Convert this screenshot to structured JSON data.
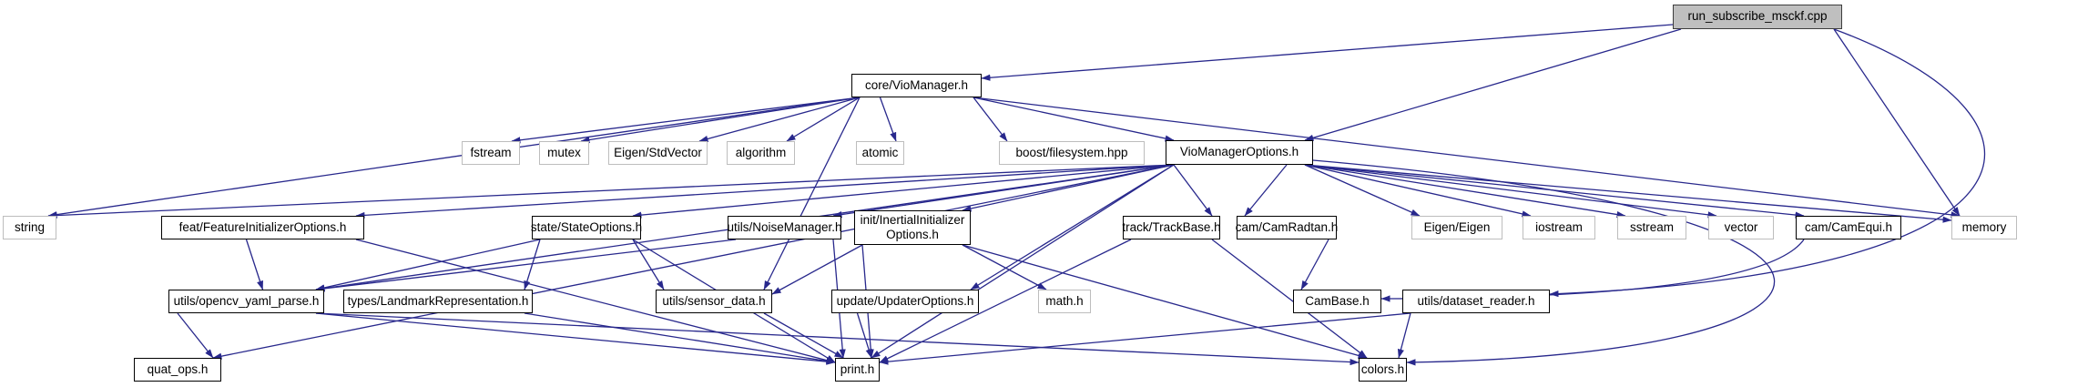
{
  "colors": {
    "edge": "#28288c",
    "background": "#ffffff",
    "main_node_fill": "#bfbfbf",
    "project_node_border": "#000000",
    "system_node_border": "#bdbdbd"
  },
  "graph": {
    "type": "include-dependency-graph",
    "nodes": {
      "main": {
        "label": "run_subscribe_msckf.cpp",
        "kind": "main"
      },
      "viomanager": {
        "label": "core/VioManager.h",
        "kind": "project"
      },
      "fstream": {
        "label": "fstream",
        "kind": "system"
      },
      "mutex": {
        "label": "mutex",
        "kind": "system"
      },
      "eigen_stdvector": {
        "label": "Eigen/StdVector",
        "kind": "system"
      },
      "algorithm": {
        "label": "algorithm",
        "kind": "system"
      },
      "atomic": {
        "label": "atomic",
        "kind": "system"
      },
      "boost_filesystem": {
        "label": "boost/filesystem.hpp",
        "kind": "system"
      },
      "viomanageroptions": {
        "label": "VioManagerOptions.h",
        "kind": "project"
      },
      "string": {
        "label": "string",
        "kind": "system"
      },
      "feat": {
        "label": "feat/FeatureInitializerOptions.h",
        "kind": "project"
      },
      "state": {
        "label": "state/StateOptions.h",
        "kind": "project"
      },
      "noise": {
        "label": "utils/NoiseManager.h",
        "kind": "project"
      },
      "init": {
        "label": "init/InertialInitializer Options.h",
        "kind": "project"
      },
      "track": {
        "label": "track/TrackBase.h",
        "kind": "project"
      },
      "camradtan": {
        "label": "cam/CamRadtan.h",
        "kind": "project"
      },
      "eigen_eigen": {
        "label": "Eigen/Eigen",
        "kind": "system"
      },
      "iostream": {
        "label": "iostream",
        "kind": "system"
      },
      "sstream": {
        "label": "sstream",
        "kind": "system"
      },
      "vector": {
        "label": "vector",
        "kind": "system"
      },
      "camequi": {
        "label": "cam/CamEqui.h",
        "kind": "project"
      },
      "memory": {
        "label": "memory",
        "kind": "system"
      },
      "opencv": {
        "label": "utils/opencv_yaml_parse.h",
        "kind": "project"
      },
      "landmark": {
        "label": "types/LandmarkRepresentation.h",
        "kind": "project"
      },
      "sensor": {
        "label": "utils/sensor_data.h",
        "kind": "project"
      },
      "updater": {
        "label": "update/UpdaterOptions.h",
        "kind": "project"
      },
      "math_h": {
        "label": "math.h",
        "kind": "system"
      },
      "cambase": {
        "label": "CamBase.h",
        "kind": "project"
      },
      "dataset": {
        "label": "utils/dataset_reader.h",
        "kind": "project"
      },
      "quat_ops": {
        "label": "quat_ops.h",
        "kind": "project"
      },
      "print_h": {
        "label": "print.h",
        "kind": "project"
      },
      "colors_h": {
        "label": "colors.h",
        "kind": "project"
      }
    },
    "edges": [
      {
        "f": "main",
        "t": "viomanager",
        "fs": "left",
        "ts": "right"
      },
      {
        "f": "main",
        "t": "viomanageroptions"
      },
      {
        "f": "main",
        "t": "memory"
      },
      {
        "f": "main",
        "t": "dataset",
        "ts": "right",
        "via": [
          [
            2278,
            130
          ],
          [
            2262,
            300
          ]
        ]
      },
      {
        "f": "viomanager",
        "t": "fstream"
      },
      {
        "f": "viomanager",
        "t": "mutex"
      },
      {
        "f": "viomanager",
        "t": "eigen_stdvector"
      },
      {
        "f": "viomanager",
        "t": "algorithm"
      },
      {
        "f": "viomanager",
        "t": "atomic"
      },
      {
        "f": "viomanager",
        "t": "boost_filesystem"
      },
      {
        "f": "viomanager",
        "t": "viomanageroptions"
      },
      {
        "f": "viomanager",
        "t": "string"
      },
      {
        "f": "viomanager",
        "t": "memory"
      },
      {
        "f": "viomanager",
        "t": "sensor"
      },
      {
        "f": "viomanageroptions",
        "t": "string"
      },
      {
        "f": "viomanageroptions",
        "t": "feat"
      },
      {
        "f": "viomanageroptions",
        "t": "state"
      },
      {
        "f": "viomanageroptions",
        "t": "noise"
      },
      {
        "f": "viomanageroptions",
        "t": "init"
      },
      {
        "f": "viomanageroptions",
        "t": "track"
      },
      {
        "f": "viomanageroptions",
        "t": "camradtan"
      },
      {
        "f": "viomanageroptions",
        "t": "eigen_eigen"
      },
      {
        "f": "viomanageroptions",
        "t": "iostream"
      },
      {
        "f": "viomanageroptions",
        "t": "sstream"
      },
      {
        "f": "viomanageroptions",
        "t": "vector"
      },
      {
        "f": "viomanageroptions",
        "t": "camequi"
      },
      {
        "f": "viomanageroptions",
        "t": "memory",
        "ts": "left"
      },
      {
        "f": "viomanageroptions",
        "t": "opencv"
      },
      {
        "f": "viomanageroptions",
        "t": "updater"
      },
      {
        "f": "viomanageroptions",
        "t": "quat_ops"
      },
      {
        "f": "viomanageroptions",
        "t": "print_h"
      },
      {
        "f": "viomanageroptions",
        "t": "colors_h",
        "fs": "right",
        "ts": "right",
        "via": [
          [
            2125,
            235
          ],
          [
            2075,
            390
          ]
        ]
      },
      {
        "f": "feat",
        "t": "opencv"
      },
      {
        "f": "feat",
        "t": "print_h",
        "ts": "left"
      },
      {
        "f": "state",
        "t": "opencv"
      },
      {
        "f": "state",
        "t": "landmark"
      },
      {
        "f": "state",
        "t": "sensor"
      },
      {
        "f": "state",
        "t": "print_h",
        "ts": "left"
      },
      {
        "f": "noise",
        "t": "opencv"
      },
      {
        "f": "noise",
        "t": "print_h"
      },
      {
        "f": "init",
        "t": "sensor",
        "ts": "right"
      },
      {
        "f": "init",
        "t": "math_h"
      },
      {
        "f": "init",
        "t": "print_h"
      },
      {
        "f": "init",
        "t": "colors_h"
      },
      {
        "f": "track",
        "t": "print_h",
        "ts": "right"
      },
      {
        "f": "track",
        "t": "colors_h"
      },
      {
        "f": "camradtan",
        "t": "cambase"
      },
      {
        "f": "camequi",
        "t": "cambase",
        "ts": "right",
        "via": [
          [
            1935,
            328
          ]
        ]
      },
      {
        "f": "opencv",
        "t": "quat_ops"
      },
      {
        "f": "opencv",
        "t": "print_h",
        "ts": "left"
      },
      {
        "f": "opencv",
        "t": "colors_h",
        "ts": "left"
      },
      {
        "f": "landmark",
        "t": "print_h",
        "ts": "left"
      },
      {
        "f": "sensor",
        "t": "print_h"
      },
      {
        "f": "updater",
        "t": "print_h"
      },
      {
        "f": "dataset",
        "t": "print_h",
        "ts": "right"
      },
      {
        "f": "dataset",
        "t": "colors_h"
      }
    ]
  }
}
